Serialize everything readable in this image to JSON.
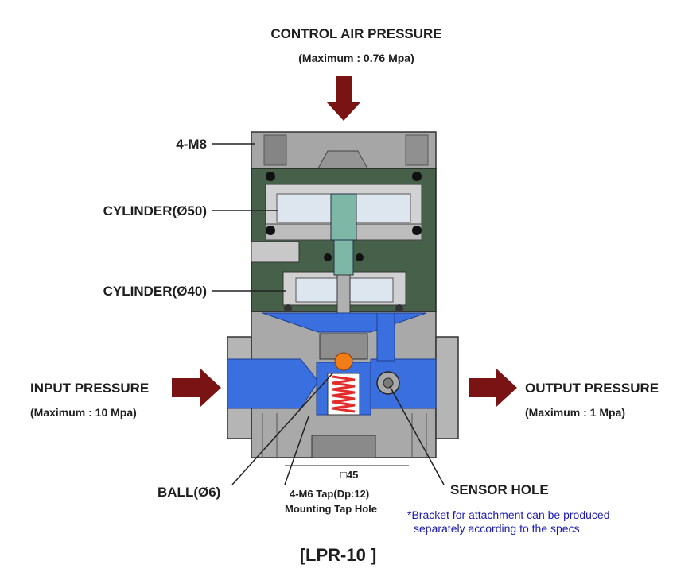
{
  "colors": {
    "metal": "#a7a7a7",
    "metal_dark": "#7b7b7b",
    "cylinder_green": "#47604a",
    "fluid_blue": "#3a6fe0",
    "piston_light": "#dde6ee",
    "stem_teal": "#7fb7a7",
    "spring_red": "#e22b2b",
    "ball_orange": "#f07d18",
    "arrow_red": "#7a1414",
    "note_blue": "#1a1ab4"
  },
  "labels": {
    "control_air": "CONTROL AIR PRESSURE",
    "control_air_max": "(Maximum : 0.76 Mpa)",
    "bolt": "4-M8",
    "cylinder_50": "CYLINDER(Ø50)",
    "cylinder_40": "CYLINDER(Ø40)",
    "input": "INPUT PRESSURE",
    "input_max": "(Maximum : 10 Mpa)",
    "output": "OUTPUT PRESSURE",
    "output_max": "(Maximum : 1 Mpa)",
    "dimension": "□45",
    "tap_line1": "4-M6 Tap(Dp:12)",
    "tap_line2": "Mounting Tap Hole",
    "ball": "BALL(Ø6)",
    "sensor": "SENSOR HOLE",
    "note_line1": "*Bracket for attachment can be produced",
    "note_line2": "separately according to the specs",
    "model": "[LPR-10 ]"
  },
  "icons": {
    "flow_arrows": "arrow-right-icon",
    "control_arrow": "arrow-down-icon"
  }
}
